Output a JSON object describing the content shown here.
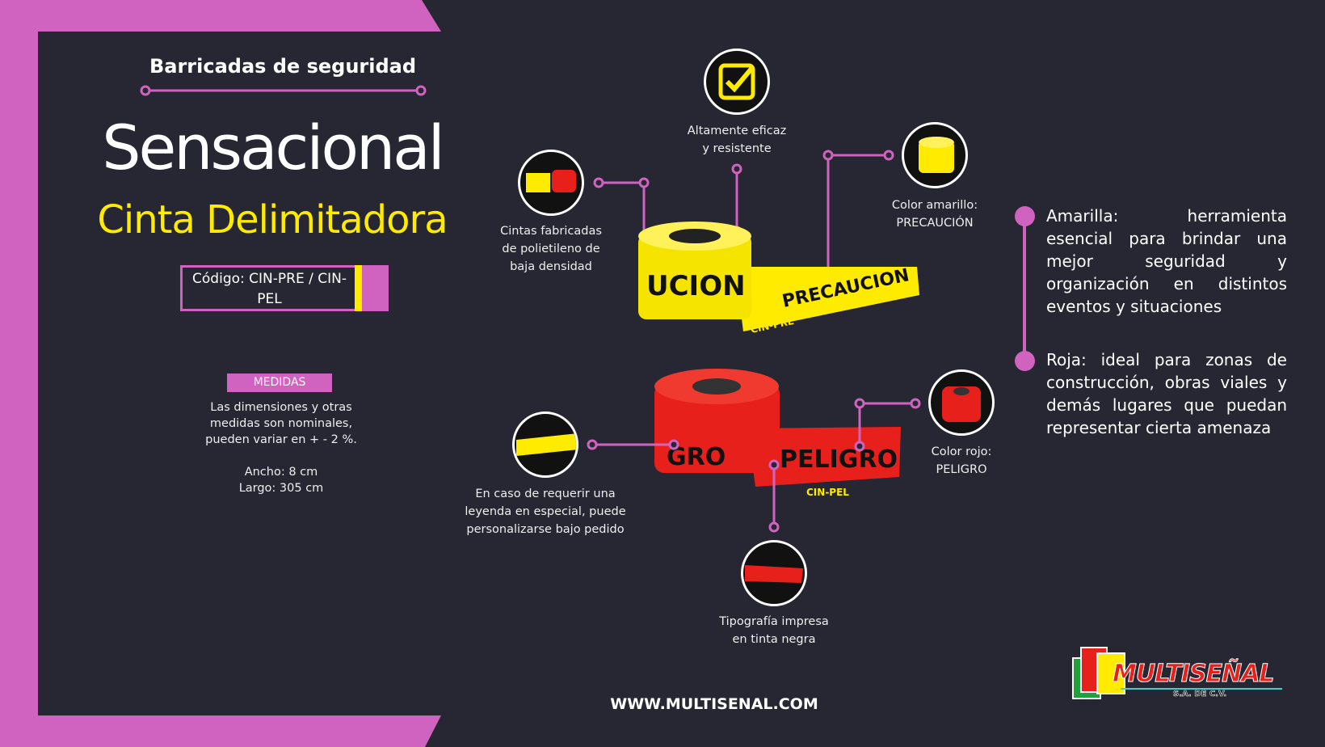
{
  "header": {
    "kicker": "Barricadas de seguridad",
    "title": "Sensacional",
    "subtitle": "Cinta Delimitadora",
    "code": "Código: CIN-PRE / CIN-PEL"
  },
  "medidas": {
    "label": "MEDIDAS",
    "note": [
      "Las dimensiones y otras",
      "medidas son nominales,",
      "pueden variar en + - 2 %."
    ],
    "ancho": "Ancho: 8 cm",
    "largo": "Largo: 305 cm"
  },
  "features": {
    "eficaz": [
      "Altamente eficaz",
      "y resistente"
    ],
    "polietileno": [
      "Cintas fabricadas",
      "de polietileno de",
      "baja densidad"
    ],
    "amarillo": [
      "Color amarillo:",
      "PRECAUCIÓN"
    ],
    "leyenda": [
      "En caso de requerir una",
      "leyenda en especial, puede",
      "personalizarse bajo pedido"
    ],
    "rojo": [
      "Color rojo:",
      "PELIGRO"
    ],
    "tipografia": [
      "Tipografía impresa",
      "en tinta negra"
    ]
  },
  "tapes": {
    "yellow_text": "PRECAUCION",
    "yellow_code": "CIN-PRE",
    "yellow_roll": "UCION",
    "red_text": "PELIGRO",
    "red_code": "CIN-PEL",
    "red_roll": "GRO"
  },
  "bullets": [
    "Amarilla: herramienta esencial para brindar una mejor seguridad y organización en distintos eventos y situaciones",
    "Roja: ideal para zonas de construcción, obras viales y demás lugares que puedan representar cierta amenaza"
  ],
  "footer": {
    "url": "WWW.MULTISENAL.COM"
  },
  "logo": {
    "name": "MULTISEÑAL",
    "suffix": "S.A. DE C.V."
  },
  "colors": {
    "background": "#272733",
    "accent": "#d063bf",
    "yellow": "#ffeb00",
    "red": "#e8201c"
  }
}
